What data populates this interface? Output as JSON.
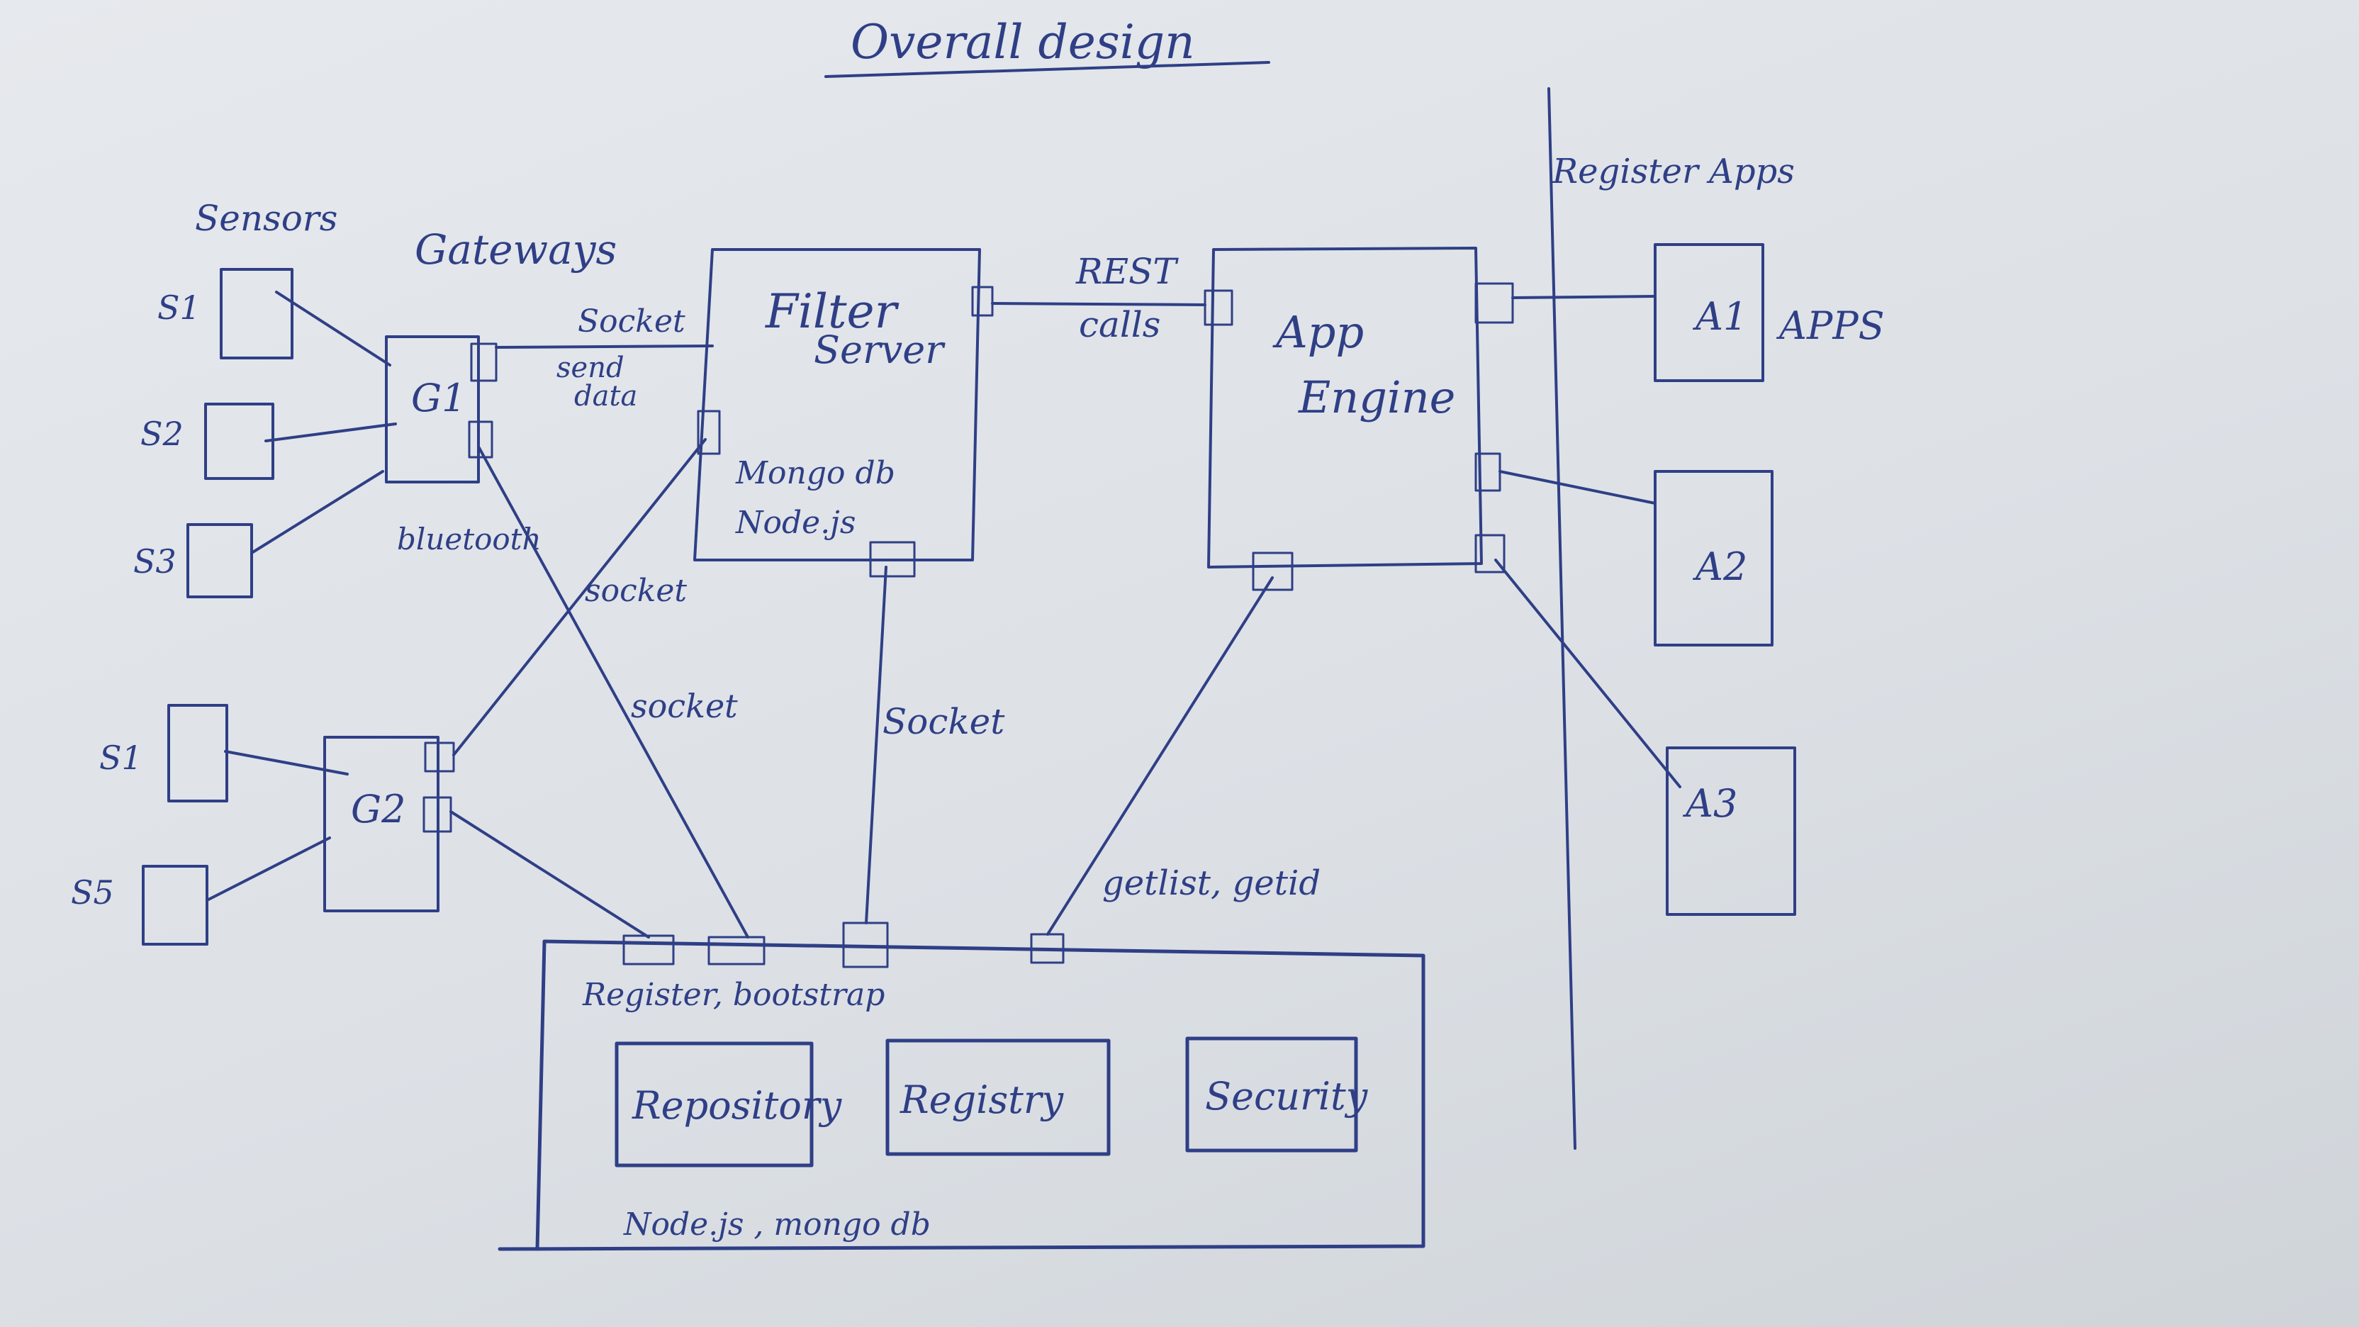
{
  "title": "Overall design",
  "register_apps_label": "Register Apps",
  "sensors": {
    "heading": "Sensors",
    "group1": [
      "S1",
      "S2",
      "S3"
    ],
    "group2": [
      "S1",
      "S5"
    ]
  },
  "gateways": {
    "heading": "Gateways",
    "g1": "G1",
    "g2": "G2"
  },
  "filter_server": {
    "name_line1": "Filter",
    "name_line2": "Server",
    "tech_line1": "Mongo db",
    "tech_line2": "Node.js"
  },
  "rest": {
    "line1": "REST",
    "line2": "calls"
  },
  "app_engine": {
    "line1": "App",
    "line2": "Engine"
  },
  "apps": {
    "heading": "APPS",
    "a1": "A1",
    "a2": "A2",
    "a3": "A3"
  },
  "connections": {
    "socket_g1": "Socket",
    "send_data_line1": "send",
    "send_data_line2": "data",
    "bluetooth": "bluetooth",
    "socket_g2": "socket",
    "socket_cross": "socket",
    "socket_fs": "Socket",
    "getlist": "getlist, getid"
  },
  "platform": {
    "register_bootstrap": "Register, bootstrap",
    "repository": "Repository",
    "registry": "Registry",
    "security": "Security",
    "tech": "Node.js , mongo db"
  },
  "colors": {
    "ink": "#2f3f86",
    "paper": "#e3e6ea"
  }
}
